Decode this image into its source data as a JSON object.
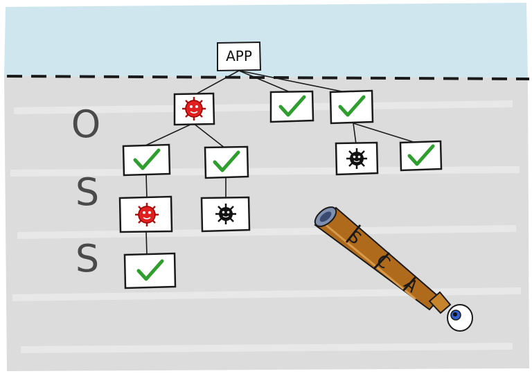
{
  "app_label": "APP",
  "oss_letters": [
    "O",
    "S",
    "S"
  ],
  "sca_letters": [
    "S",
    "C",
    "A"
  ],
  "colors": {
    "sky": "#cfe6ee",
    "ground": "#dcdcdc",
    "check": "#2e9f2e",
    "vuln_red": "#e01f1f",
    "vuln_black": "#111111",
    "telescope": "#b06a1c",
    "eye_iris": "#2f5fcf"
  },
  "nodes": [
    {
      "id": "app",
      "kind": "label"
    },
    {
      "id": "dep-1",
      "kind": "vuln-red"
    },
    {
      "id": "dep-2",
      "kind": "check"
    },
    {
      "id": "dep-3",
      "kind": "check"
    },
    {
      "id": "dep-1-1",
      "kind": "check"
    },
    {
      "id": "dep-1-2",
      "kind": "check"
    },
    {
      "id": "dep-3-1",
      "kind": "vuln-black"
    },
    {
      "id": "dep-3-2",
      "kind": "check"
    },
    {
      "id": "dep-1-1-1",
      "kind": "vuln-red"
    },
    {
      "id": "dep-1-2-1",
      "kind": "vuln-black"
    },
    {
      "id": "dep-1-1-1-1",
      "kind": "check"
    }
  ],
  "edges": [
    [
      "app",
      "dep-1"
    ],
    [
      "app",
      "dep-2"
    ],
    [
      "app",
      "dep-3"
    ],
    [
      "dep-1",
      "dep-1-1"
    ],
    [
      "dep-1",
      "dep-1-2"
    ],
    [
      "dep-3",
      "dep-3-1"
    ],
    [
      "dep-3",
      "dep-3-2"
    ],
    [
      "dep-1-1",
      "dep-1-1-1"
    ],
    [
      "dep-1-2",
      "dep-1-2-1"
    ],
    [
      "dep-1-1-1",
      "dep-1-1-1-1"
    ]
  ]
}
